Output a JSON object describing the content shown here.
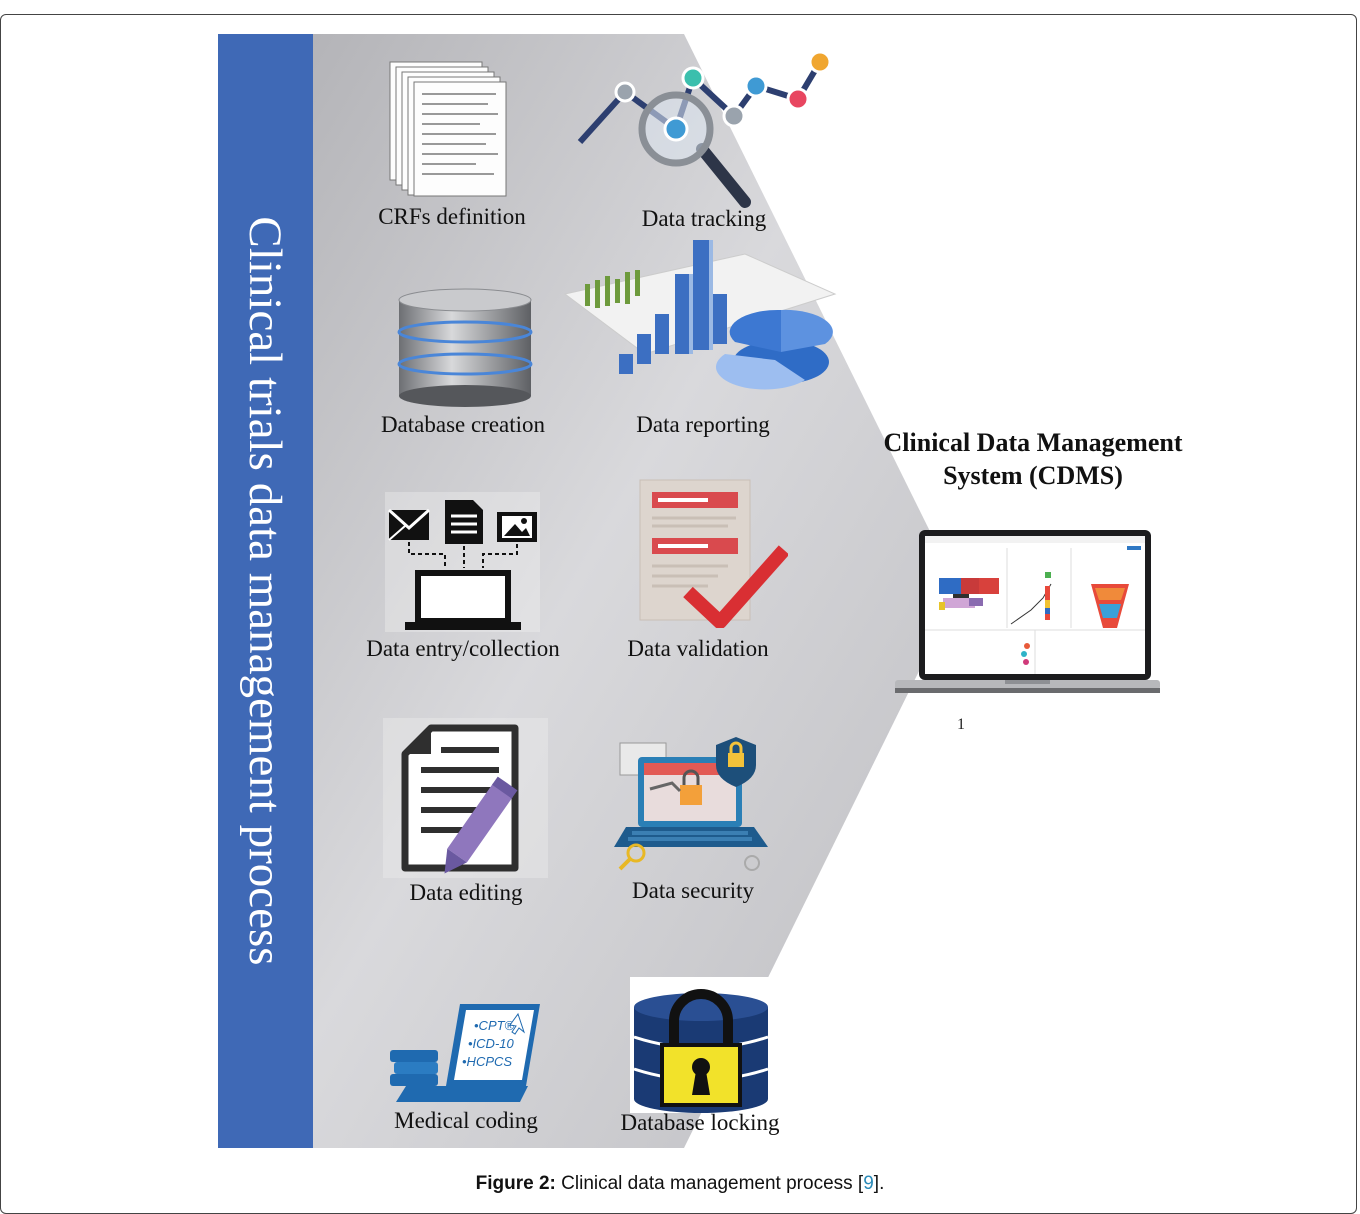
{
  "banner": {
    "title": "Clinical trials data management process",
    "color": "#3f69b6"
  },
  "steps": [
    {
      "label": "CRFs definition",
      "icon": "document-stack-icon"
    },
    {
      "label": "Data tracking",
      "icon": "trend-magnifier-icon"
    },
    {
      "label": "Database creation",
      "icon": "database-icon"
    },
    {
      "label": "Data reporting",
      "icon": "bar-pie-chart-icon"
    },
    {
      "label": "Data entry/collection",
      "icon": "laptop-inputs-icon"
    },
    {
      "label": "Data validation",
      "icon": "form-checkmark-icon"
    },
    {
      "label": "Data editing",
      "icon": "document-pencil-icon"
    },
    {
      "label": "Data security",
      "icon": "laptop-padlock-icon"
    },
    {
      "label": "Medical coding",
      "icon": "coding-laptop-icon"
    },
    {
      "label": "Database locking",
      "icon": "database-lock-icon"
    }
  ],
  "coding_laptop_lines": [
    "•CPT®",
    "•ICD-10",
    "•HCPCS"
  ],
  "cdms": {
    "title": "Clinical Data Management System (CDMS)",
    "icon": "laptop-dashboard-icon",
    "stray_mark": "1"
  },
  "caption": {
    "lead": "Figure 2:",
    "text": " Clinical data management process [",
    "ref": "9",
    "tail": "]."
  }
}
